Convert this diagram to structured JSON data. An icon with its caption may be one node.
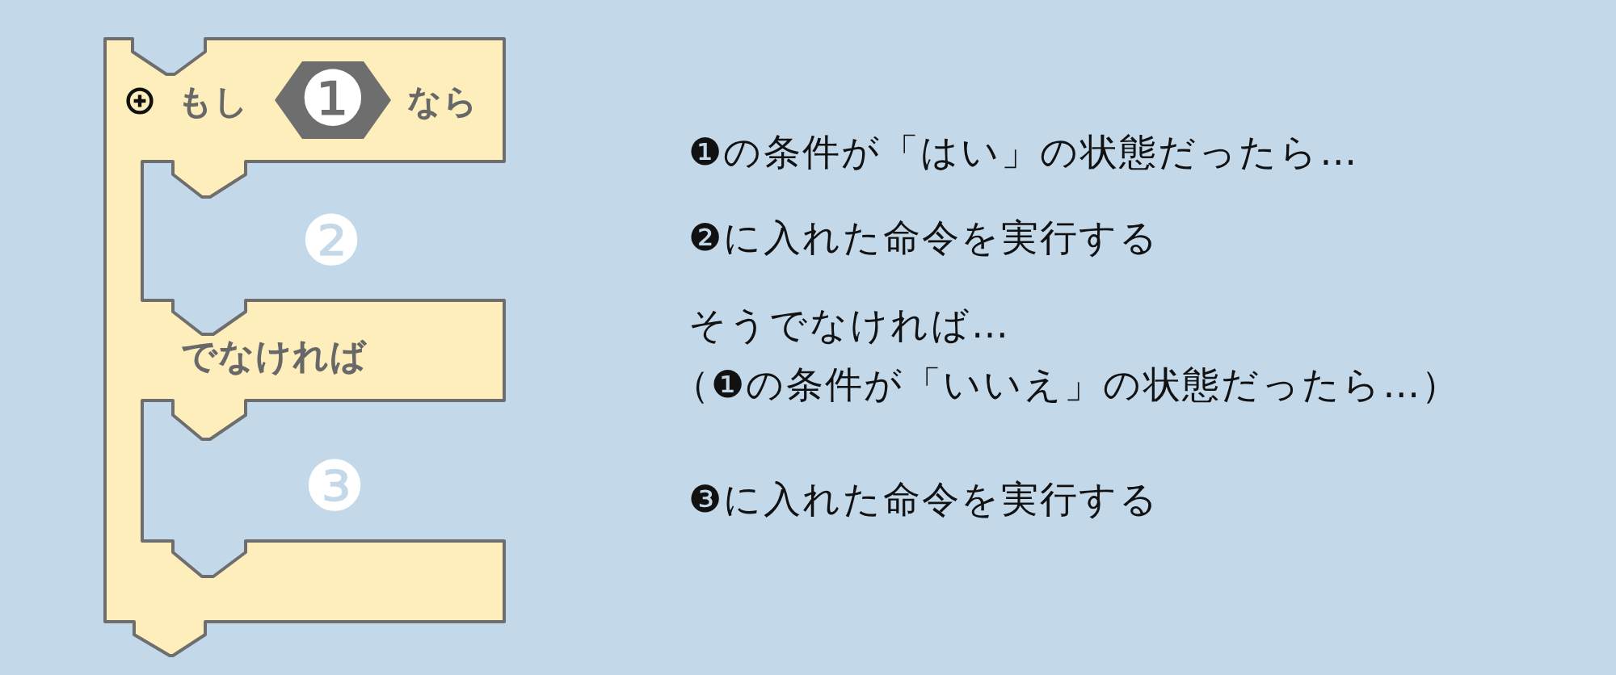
{
  "diagram": {
    "nodes": [
      {
        "text": [
          "もし",
          "なら",
          "でなければ"
        ]
      },
      {
        "text": [
          "❶"
        ],
        "in": 0
      }
    ],
    "labels": [
      "❷",
      "❸",
      "❶の条件が「はい」の状態だったら…",
      "❷に入れた命令を実行する",
      "そうでなければ…",
      "（❶の条件が「いいえ」の状態だったら…）",
      "❸に入れた命令を実行する"
    ]
  }
}
